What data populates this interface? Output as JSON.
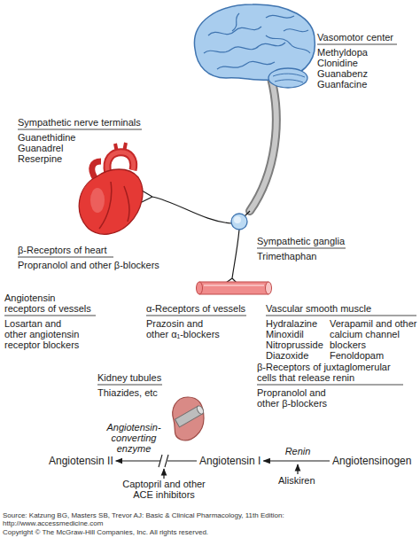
{
  "diagram": {
    "nodes": [
      {
        "text": [
          "Angiotensin II"
        ]
      },
      {
        "text": [
          "Angiotensin I"
        ]
      },
      {
        "text": [
          "Angiotensinogen"
        ]
      }
    ],
    "edges": [
      {
        "from": 1,
        "to": 0,
        "arrow": "to",
        "label": "Angiotensin-converting enzyme"
      },
      {
        "from": 2,
        "to": 1,
        "arrow": "to",
        "label": "Renin"
      }
    ],
    "labels": [
      "Vasomotor center",
      "Methyldopa",
      "Clonidine",
      "Guanabenz",
      "Guanfacine",
      "Sympathetic nerve terminals",
      "Guanethidine",
      "Guanadrel",
      "Reserpine",
      "β-Receptors of heart",
      "Propranolol and other β-blockers",
      "Sympathetic ganglia",
      "Trimethaphan",
      "Angiotensin receptors of vessels",
      "Losartan and other angiotensin receptor blockers",
      "α-Receptors of vessels",
      "Prazosin and other α₁-blockers",
      "Vascular smooth muscle",
      "Hydralazine",
      "Minoxidil",
      "Nitroprusside",
      "Diazoxide",
      "Verapamil and other calcium channel blockers",
      "Fenoldopam",
      "Kidney tubules",
      "Thiazides, etc",
      "β-Receptors of juxtaglomerular cells that release renin",
      "Propranolol and other β-blockers",
      "Captopril and other ACE inhibitors",
      "Aliskiren",
      "Source: Katzung BG, Masters SB, Trevor AJ: Basic & Clinical Pharmacology, 11th Edition: http://www.accessmedicine.com",
      "Copyright © The McGraw-Hill Companies, Inc. All rights reserved."
    ]
  }
}
